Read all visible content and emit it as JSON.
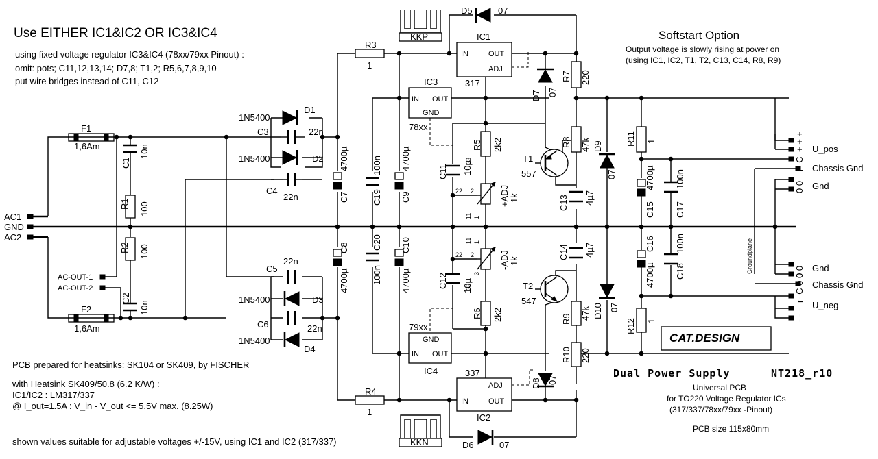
{
  "notes": {
    "title": "Use EITHER   IC1&IC2   OR   IC3&IC4",
    "fixed_line1": "using fixed voltage regulator IC3&IC4 (78xx/79xx Pinout) :",
    "fixed_line2": "omit:  pots;  C11,12,13,14;  D7,8;  T1,2;  R5,6,7,8,9,10",
    "fixed_line3": "put wire bridges instead of C11, C12",
    "softstart_title": "Softstart Option",
    "softstart_line1": "Output voltage is slowly rising at power on",
    "softstart_line2": "(using IC1, IC2, T1, T2, C13, C14, R8, R9)",
    "heatsink_line": "PCB prepared for heatsinks:  SK104 or SK409, by FISCHER",
    "sk409_line1": "with Heatsink SK409/50.8 (6.2 K/W) :",
    "sk409_line2": "IC1/IC2 : LM317/337",
    "sk409_line3": "@ I_out=1.5A  :  V_in - V_out <= 5.5V max. (8.25W)",
    "bottom_line": "shown values suitable for adjustable voltages +/-15V, using IC1 and IC2 (317/337)",
    "brand": "CAT.DESIGN",
    "product_title": "Dual Power Supply",
    "product_code": "NT218_r10",
    "pcb_line1": "Universal  PCB",
    "pcb_line2": "for TO220 Voltage Regulator ICs",
    "pcb_line3": "(317/337/78xx/79xx -Pinout)",
    "pcb_size": "PCB size 115x80mm"
  },
  "inputs": {
    "ac1": "AC1",
    "gnd": "GND",
    "ac2": "AC2",
    "acout1": "AC-OUT-1",
    "acout2": "AC-OUT-2"
  },
  "outputs": {
    "u_pos": "U_pos",
    "chassis_gnd_top": "Chassis Gnd",
    "gnd_top": "Gnd",
    "gnd_bottom": "Gnd",
    "chassis_gnd_bottom": "Chassis Gnd",
    "u_neg": "U_neg",
    "groundplane": "Groundplane",
    "pin_upos": "+ + +",
    "pin_cr": "r- C",
    "pin_g0": "0 0",
    "pin_g1": "0 0",
    "pin_cr2": "r- C 0 0",
    "pin_neg": "- - -"
  },
  "heatsinks": {
    "top": "KKP",
    "bottom": "KKN"
  },
  "ics": {
    "ic1": {
      "name": "IC1",
      "in": "IN",
      "out": "OUT",
      "adj": "ADJ",
      "type": "317"
    },
    "ic2": {
      "name": "IC2",
      "in": "IN",
      "out": "OUT",
      "adj": "ADJ",
      "type": "337"
    },
    "ic3": {
      "name": "IC3",
      "in": "IN",
      "out": "OUT",
      "gnd": "GND",
      "type": "78xx"
    },
    "ic4": {
      "name": "IC4",
      "in": "IN",
      "out": "OUT",
      "gnd": "GND",
      "type": "79xx"
    }
  },
  "components": {
    "F1": "F1",
    "F1v": "1,6Am",
    "F2": "F2",
    "F2v": "1,6Am",
    "C1": "C1",
    "C1v": "10n",
    "C2": "C2",
    "C2v": "10n",
    "R1": "R1",
    "R1v": "100",
    "R2": "R2",
    "R2v": "100",
    "C3": "C3",
    "C3v": "22n",
    "C4": "C4",
    "C4v": "22n",
    "C5": "C5",
    "C5v": "22n",
    "C6": "C6",
    "C6v": "22n",
    "D1": "D1",
    "D2": "D2",
    "D3": "D3",
    "D4": "D4",
    "Dtype": "1N5400",
    "R3": "R3",
    "R3v": "1",
    "R4": "R4",
    "R4v": "1",
    "C7": "C7",
    "C7v": "4700µ",
    "C8": "C8",
    "C8v": "4700µ",
    "C9": "C9",
    "C9v": "4700µ",
    "C10": "C10",
    "C10v": "4700µ",
    "C19": "C19",
    "C19v": "100n",
    "C20": "C20",
    "C20v": "100n",
    "D5": "D5",
    "D5v": "07",
    "D6": "D6",
    "D6v": "07",
    "D7": "D7",
    "D7v": "07",
    "D8": "D8",
    "D8v": "07",
    "D9": "D9",
    "D9v": "07",
    "D10": "D10",
    "D10v": "07",
    "R5": "R5",
    "R5v": "2k2",
    "R6": "R6",
    "R6v": "2k2",
    "C11": "C11",
    "C11v": "10µ",
    "C12": "C12",
    "C12v": "10µ",
    "P1": "+ADJ",
    "P1v": "1k",
    "P2": "-ADJ",
    "P2v": "1k",
    "R7": "R7",
    "R7v": "220",
    "R10": "R10",
    "R10v": "220",
    "R8": "R8",
    "R8v": "47k",
    "R9": "R9",
    "R9v": "47k",
    "T1": "T1",
    "T1v": "557",
    "T2": "T2",
    "T2v": "547",
    "C13": "C13",
    "C13v": "4µ7",
    "C14": "C14",
    "C14v": "4µ7",
    "R11": "R11",
    "R11v": "1",
    "R12": "R12",
    "R12v": "1",
    "C15": "C15",
    "C15v": "4700µ",
    "C16": "C16",
    "C16v": "4700µ",
    "C17": "C17",
    "C17v": "100n",
    "C18": "C18",
    "C18v": "100n",
    "pin33": "33",
    "pin22": "22",
    "pin2": "2",
    "pin11": "11",
    "pin1": "1",
    "pin3": "3"
  }
}
